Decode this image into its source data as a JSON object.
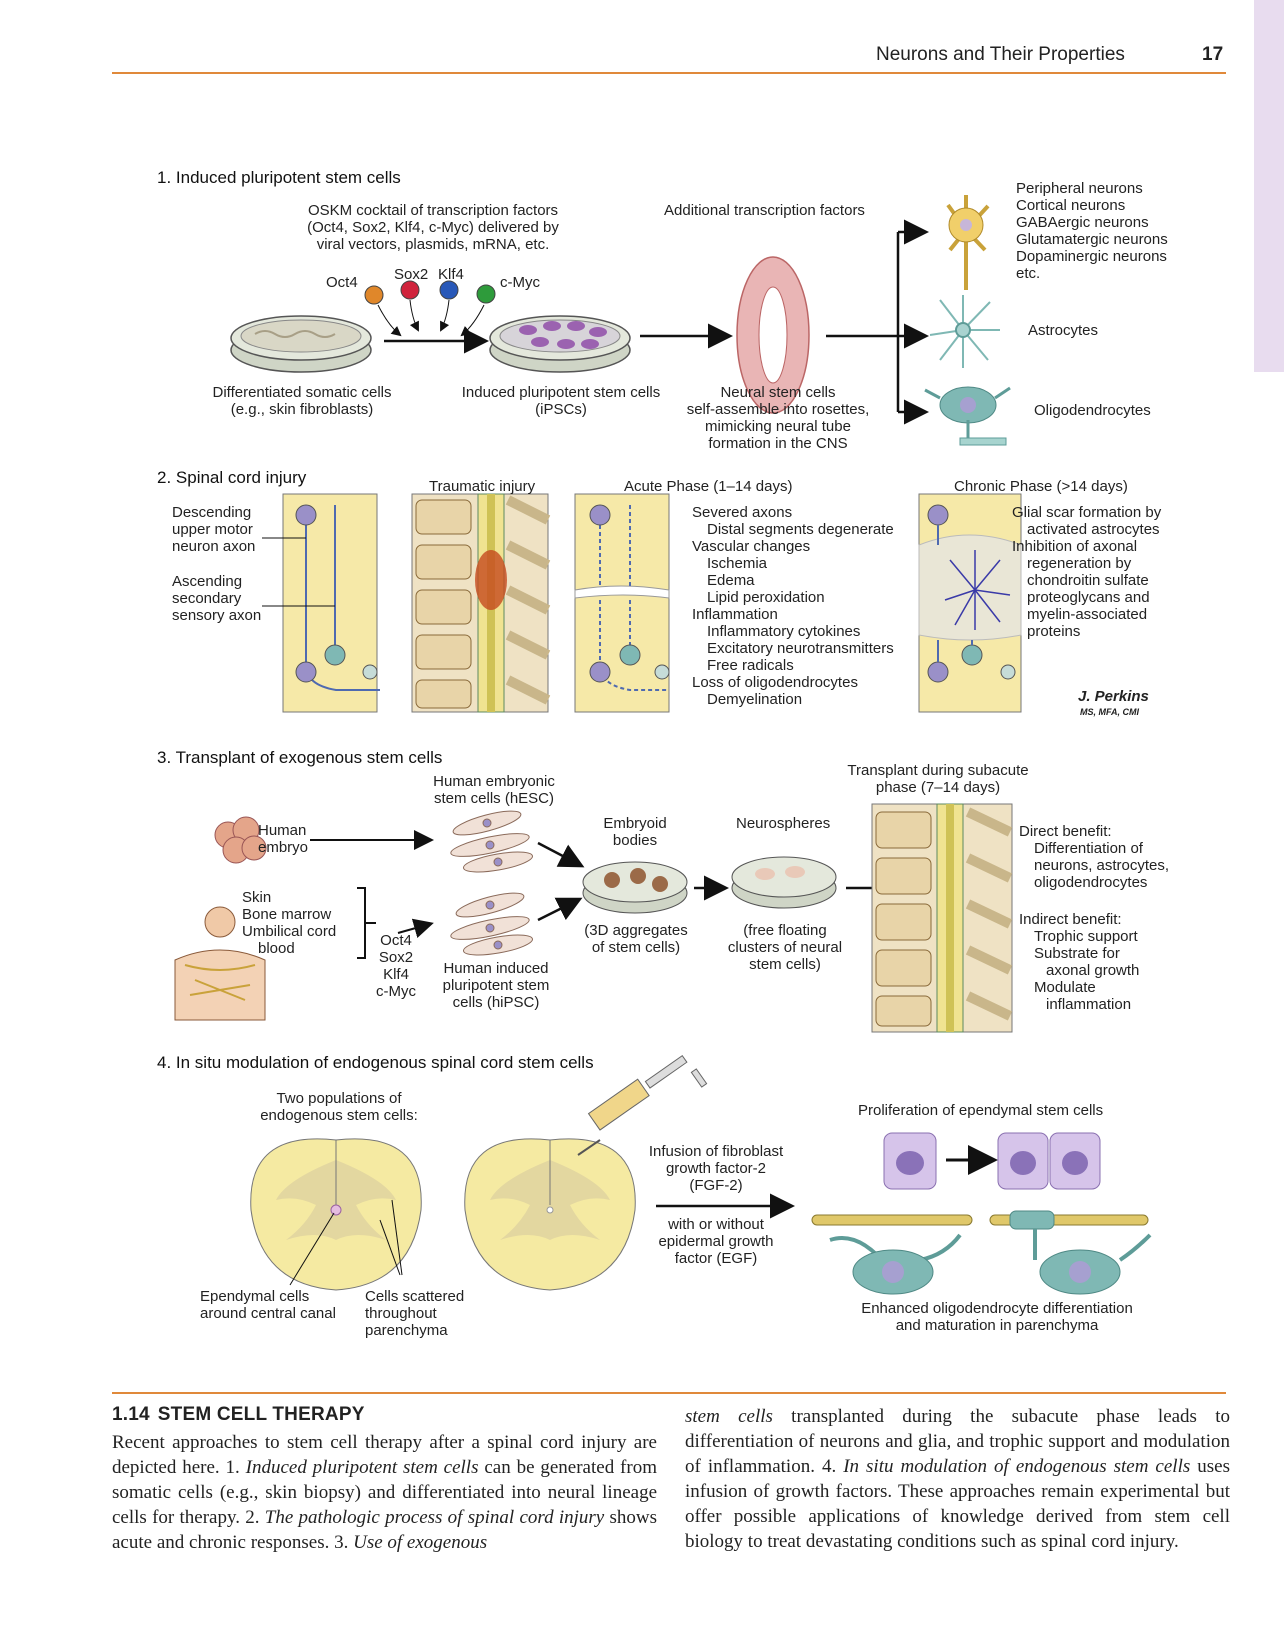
{
  "header": {
    "running_title": "Neurons and Their Properties",
    "page_number": "17"
  },
  "figure": {
    "panel1": {
      "title": "1. Induced pluripotent stem cells",
      "oskm_text": [
        "OSKM cocktail of transcription factors",
        "(Oct4, Sox2, Klf4, c-Myc) delivered by",
        "viral vectors, plasmids, mRNA, etc."
      ],
      "factors": [
        "Oct4",
        "Sox2",
        "Klf4",
        "c-Myc"
      ],
      "additional": "Additional transcription factors",
      "somatic": [
        "Differentiated somatic cells",
        "(e.g., skin fibroblasts)"
      ],
      "ipsc": [
        "Induced pluripotent stem cells",
        "(iPSCs)"
      ],
      "nsc": [
        "Neural stem cells",
        "self-assemble into rosettes,",
        "mimicking neural tube",
        "formation in the CNS"
      ],
      "neurons": [
        "Peripheral neurons",
        "Cortical neurons",
        "GABAergic neurons",
        "Glutamatergic neurons",
        "Dopaminergic neurons",
        "etc."
      ],
      "astro": "Astrocytes",
      "oligo": "Oligodendrocytes"
    },
    "panel2": {
      "title": "2. Spinal cord injury",
      "descending": [
        "Descending",
        "upper motor",
        "neuron axon"
      ],
      "ascending": [
        "Ascending",
        "secondary",
        "sensory axon"
      ],
      "traumatic": "Traumatic injury",
      "acute": "Acute Phase (1–14 days)",
      "chronic": "Chronic Phase (>14 days)",
      "acute_list": [
        "Severed axons",
        "Distal segments degenerate",
        "Vascular changes",
        "Ischemia",
        "Edema",
        "Lipid peroxidation",
        "Inflammation",
        "Inflammatory cytokines",
        "Excitatory neurotransmitters",
        "Free radicals",
        "Loss of oligodendrocytes",
        "Demyelination"
      ],
      "chronic_list": [
        "Glial scar formation by",
        "activated astrocytes",
        "Inhibition of axonal",
        "regeneration by",
        "chondroitin sulfate",
        "proteoglycans and",
        "myelin-associated",
        "proteins"
      ],
      "signature": "J. Perkins",
      "signature_sub": "MS, MFA, CMI"
    },
    "panel3": {
      "title": "3. Transplant of exogenous stem cells",
      "embryo": [
        "Human",
        "embryo"
      ],
      "hesc": [
        "Human embryonic",
        "stem cells (hESC)"
      ],
      "sources": [
        "Skin",
        "Bone marrow",
        "Umbilical cord",
        "blood"
      ],
      "factors": [
        "Oct4",
        "Sox2",
        "Klf4",
        "c-Myc"
      ],
      "hipsc": [
        "Human induced",
        "pluripotent stem",
        "cells (hiPSC)"
      ],
      "eb": [
        "Embryoid",
        "bodies"
      ],
      "eb_desc": [
        "(3D aggregates",
        "of stem cells)"
      ],
      "ns": "Neurospheres",
      "ns_desc": [
        "(free floating",
        "clusters of neural",
        "stem cells)"
      ],
      "transplant": [
        "Transplant during subacute",
        "phase (7–14 days)"
      ],
      "direct": [
        "Direct benefit:",
        "Differentiation of",
        "neurons, astrocytes,",
        "oligodendrocytes"
      ],
      "indirect": [
        "Indirect benefit:",
        "Trophic support",
        "Substrate for",
        "axonal growth",
        "Modulate",
        "inflammation"
      ]
    },
    "panel4": {
      "title": "4. In situ modulation of endogenous spinal cord stem cells",
      "two_pop": [
        "Two populations of",
        "endogenous stem cells:"
      ],
      "ependymal": [
        "Ependymal cells",
        "around central canal"
      ],
      "scattered": [
        "Cells scattered",
        "throughout",
        "parenchyma"
      ],
      "fgf": [
        "Infusion of fibroblast",
        "growth factor-2",
        "(FGF-2)"
      ],
      "egf": [
        "with or without",
        "epidermal growth",
        "factor (EGF)"
      ],
      "prolif": "Proliferation of ependymal stem cells",
      "enhanced": [
        "Enhanced oligodendrocyte differentiation",
        "and maturation in parenchyma"
      ]
    }
  },
  "caption": {
    "code": "1.14",
    "title": "STEM CELL THERAPY",
    "left_segments": [
      {
        "t": "Recent approaches to stem cell therapy after a spinal cord injury are depicted here. 1. "
      },
      {
        "i": "Induced pluripotent stem cells"
      },
      {
        "t": " can be generated from somatic cells (e.g., skin biopsy) and differentiated into neural lineage cells for therapy. 2. "
      },
      {
        "i": "The pathologic process of spinal cord injury"
      },
      {
        "t": " shows acute and chronic responses. 3. "
      },
      {
        "i": "Use of exogenous"
      }
    ],
    "right_segments": [
      {
        "i": "stem cells"
      },
      {
        "t": " transplanted during the subacute phase leads to differentiation of neurons and glia, and trophic support and modulation of inflammation. 4. "
      },
      {
        "i": "In situ modulation of endogenous stem cells"
      },
      {
        "t": " uses infusion of growth factors. These approaches remain experimental but offer possible applications of knowledge derived from stem cell biology to treat devastating conditions such as spinal cord injury."
      }
    ]
  },
  "colors": {
    "accent_rule": "#e0893a",
    "side_tab": "#e8dcef",
    "panel_yellow": "#f6e9a8",
    "neuron_purple": "#9a90c8",
    "glia_teal": "#7fb8b4"
  }
}
